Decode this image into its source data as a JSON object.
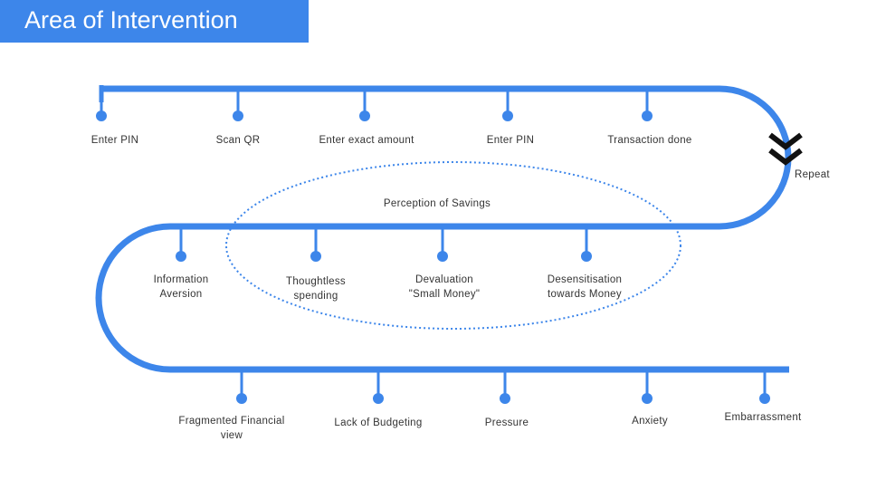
{
  "title": "Area of Intervention",
  "colors": {
    "track": "#3d86ea",
    "banner": "#3d86ea",
    "text": "#333333",
    "chevron": "#111111"
  },
  "row1": {
    "steps": [
      "Enter PIN",
      "Scan QR",
      "Enter exact amount",
      "Enter PIN",
      "Transaction done"
    ]
  },
  "repeat_label": "Repeat",
  "highlight": {
    "label": "Perception of Savings",
    "style": "dotted-ellipse"
  },
  "row2": {
    "steps": [
      [
        "Information",
        "Aversion"
      ],
      [
        "Thoughtless",
        "spending"
      ],
      [
        "Devaluation",
        "\"Small Money\""
      ],
      [
        "Desensitisation",
        "towards Money"
      ]
    ]
  },
  "row3": {
    "steps": [
      [
        "Fragmented Financial",
        "view"
      ],
      [
        "Lack of Budgeting"
      ],
      [
        "Pressure"
      ],
      [
        "Anxiety"
      ],
      [
        "Embarrassment"
      ]
    ]
  },
  "icons": {
    "repeat": "double-chevron-down-icon"
  }
}
